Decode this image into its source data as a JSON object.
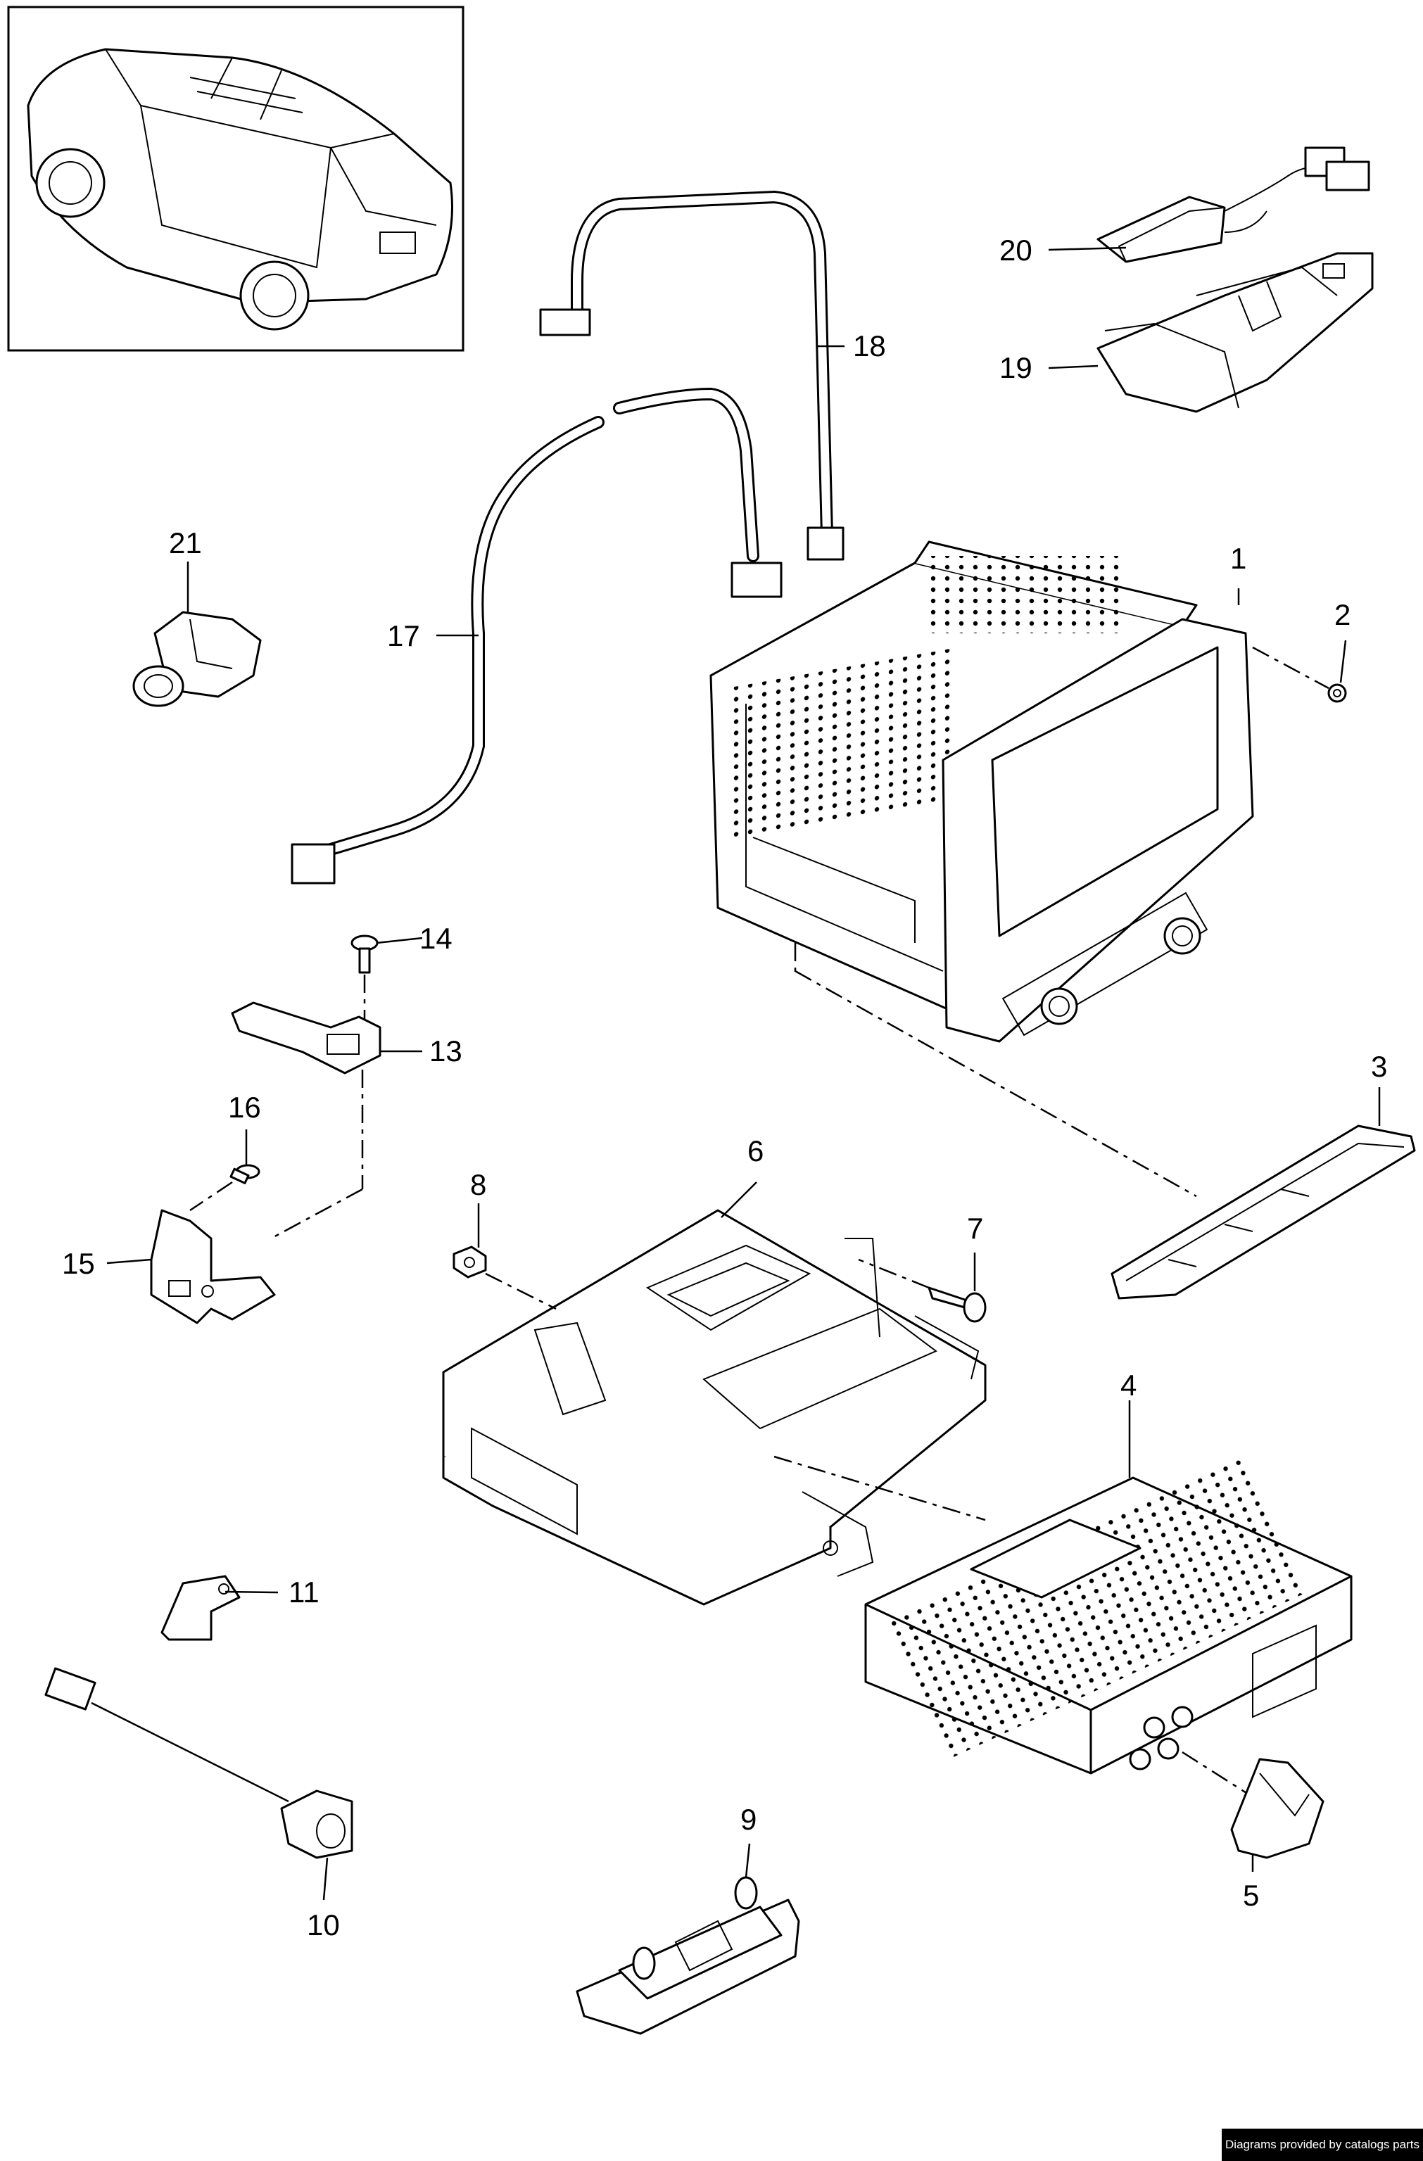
{
  "callouts": {
    "c1": "1",
    "c2": "2",
    "c3": "3",
    "c4": "4",
    "c5": "5",
    "c6": "6",
    "c7": "7",
    "c8": "8",
    "c9": "9",
    "c10": "10",
    "c11": "11",
    "c13": "13",
    "c14": "14",
    "c15": "15",
    "c16": "16",
    "c17": "17",
    "c18": "18",
    "c19": "19",
    "c20": "20",
    "c21": "21"
  },
  "footer": {
    "credit": "Diagrams provided by catalogs parts"
  }
}
